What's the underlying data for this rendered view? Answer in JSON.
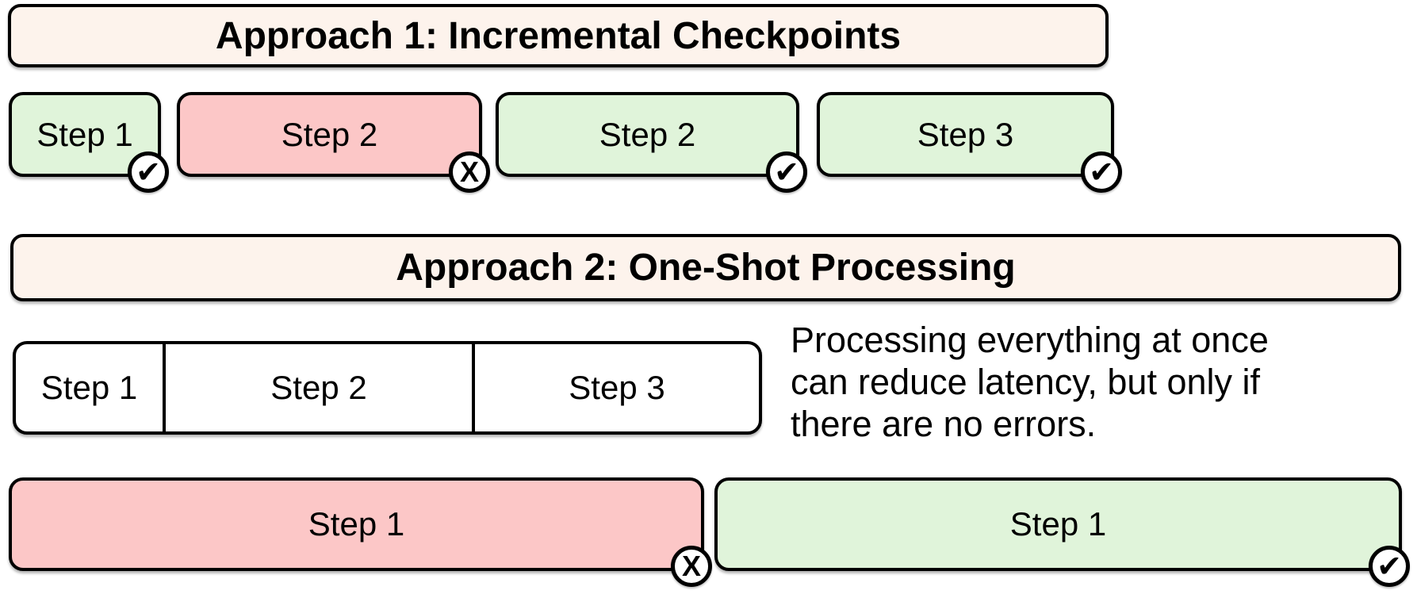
{
  "colors": {
    "background": "#ffffff",
    "header_bg": "#fdf3ec",
    "success_bg": "#e0f4da",
    "error_bg": "#fcc7c7",
    "neutral_bg": "#ffffff",
    "border": "#000000"
  },
  "badge_glyphs": {
    "check": "✔",
    "x": "X"
  },
  "approach1": {
    "title": "Approach 1: Incremental Checkpoints",
    "steps": [
      {
        "label": "Step 1",
        "status": "success",
        "badge": "check"
      },
      {
        "label": "Step 2",
        "status": "error",
        "badge": "x"
      },
      {
        "label": "Step 2",
        "status": "success",
        "badge": "check"
      },
      {
        "label": "Step 3",
        "status": "success",
        "badge": "check"
      }
    ]
  },
  "approach2": {
    "title": "Approach 2: One-Shot Processing",
    "pipeline_segments": [
      "Step 1",
      "Step 2",
      "Step 3"
    ],
    "note_lines": [
      "Processing everything at once",
      "can reduce latency, but only if",
      "there are no errors."
    ],
    "attempts": [
      {
        "label": "Step 1",
        "status": "error",
        "badge": "x"
      },
      {
        "label": "Step 1",
        "status": "success",
        "badge": "check"
      }
    ]
  }
}
